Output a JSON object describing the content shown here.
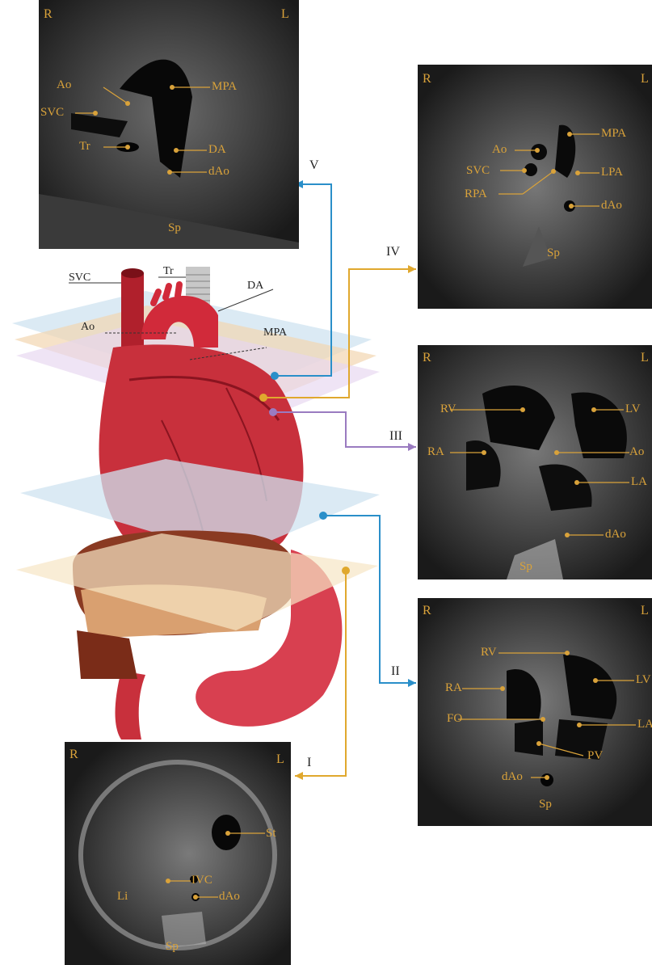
{
  "colors": {
    "label": "#d9a23a",
    "plane_V": "#2a8fc9",
    "plane_IV": "#e0a82e",
    "plane_III": "#9a7bc0",
    "plane_II": "#2a8fc9",
    "plane_I": "#e0a82e",
    "heart": "#c0303a"
  },
  "diagram_labels": {
    "svc": "SVC",
    "tr": "Tr",
    "da": "DA",
    "ao": "Ao",
    "mpa": "MPA"
  },
  "plane_numerals": {
    "v": "V",
    "iv": "IV",
    "iii": "III",
    "ii": "II",
    "i": "I"
  },
  "panel_v": {
    "r": "R",
    "l": "L",
    "labels": [
      "Ao",
      "SVC",
      "Tr",
      "MPA",
      "DA",
      "dAo",
      "Sp"
    ]
  },
  "panel_iv": {
    "r": "R",
    "l": "L",
    "labels": [
      "Ao",
      "SVC",
      "RPA",
      "MPA",
      "LPA",
      "dAo",
      "Sp"
    ]
  },
  "panel_iii": {
    "r": "R",
    "l": "L",
    "labels": [
      "RV",
      "RA",
      "LV",
      "Ao",
      "LA",
      "dAo",
      "Sp"
    ]
  },
  "panel_ii": {
    "r": "R",
    "l": "L",
    "labels": [
      "RV",
      "RA",
      "FO",
      "LV",
      "LA",
      "PV",
      "dAo",
      "Sp"
    ]
  },
  "panel_i": {
    "r": "R",
    "l": "L",
    "labels": [
      "St",
      "Li",
      "IVC",
      "dAo",
      "Sp"
    ]
  }
}
